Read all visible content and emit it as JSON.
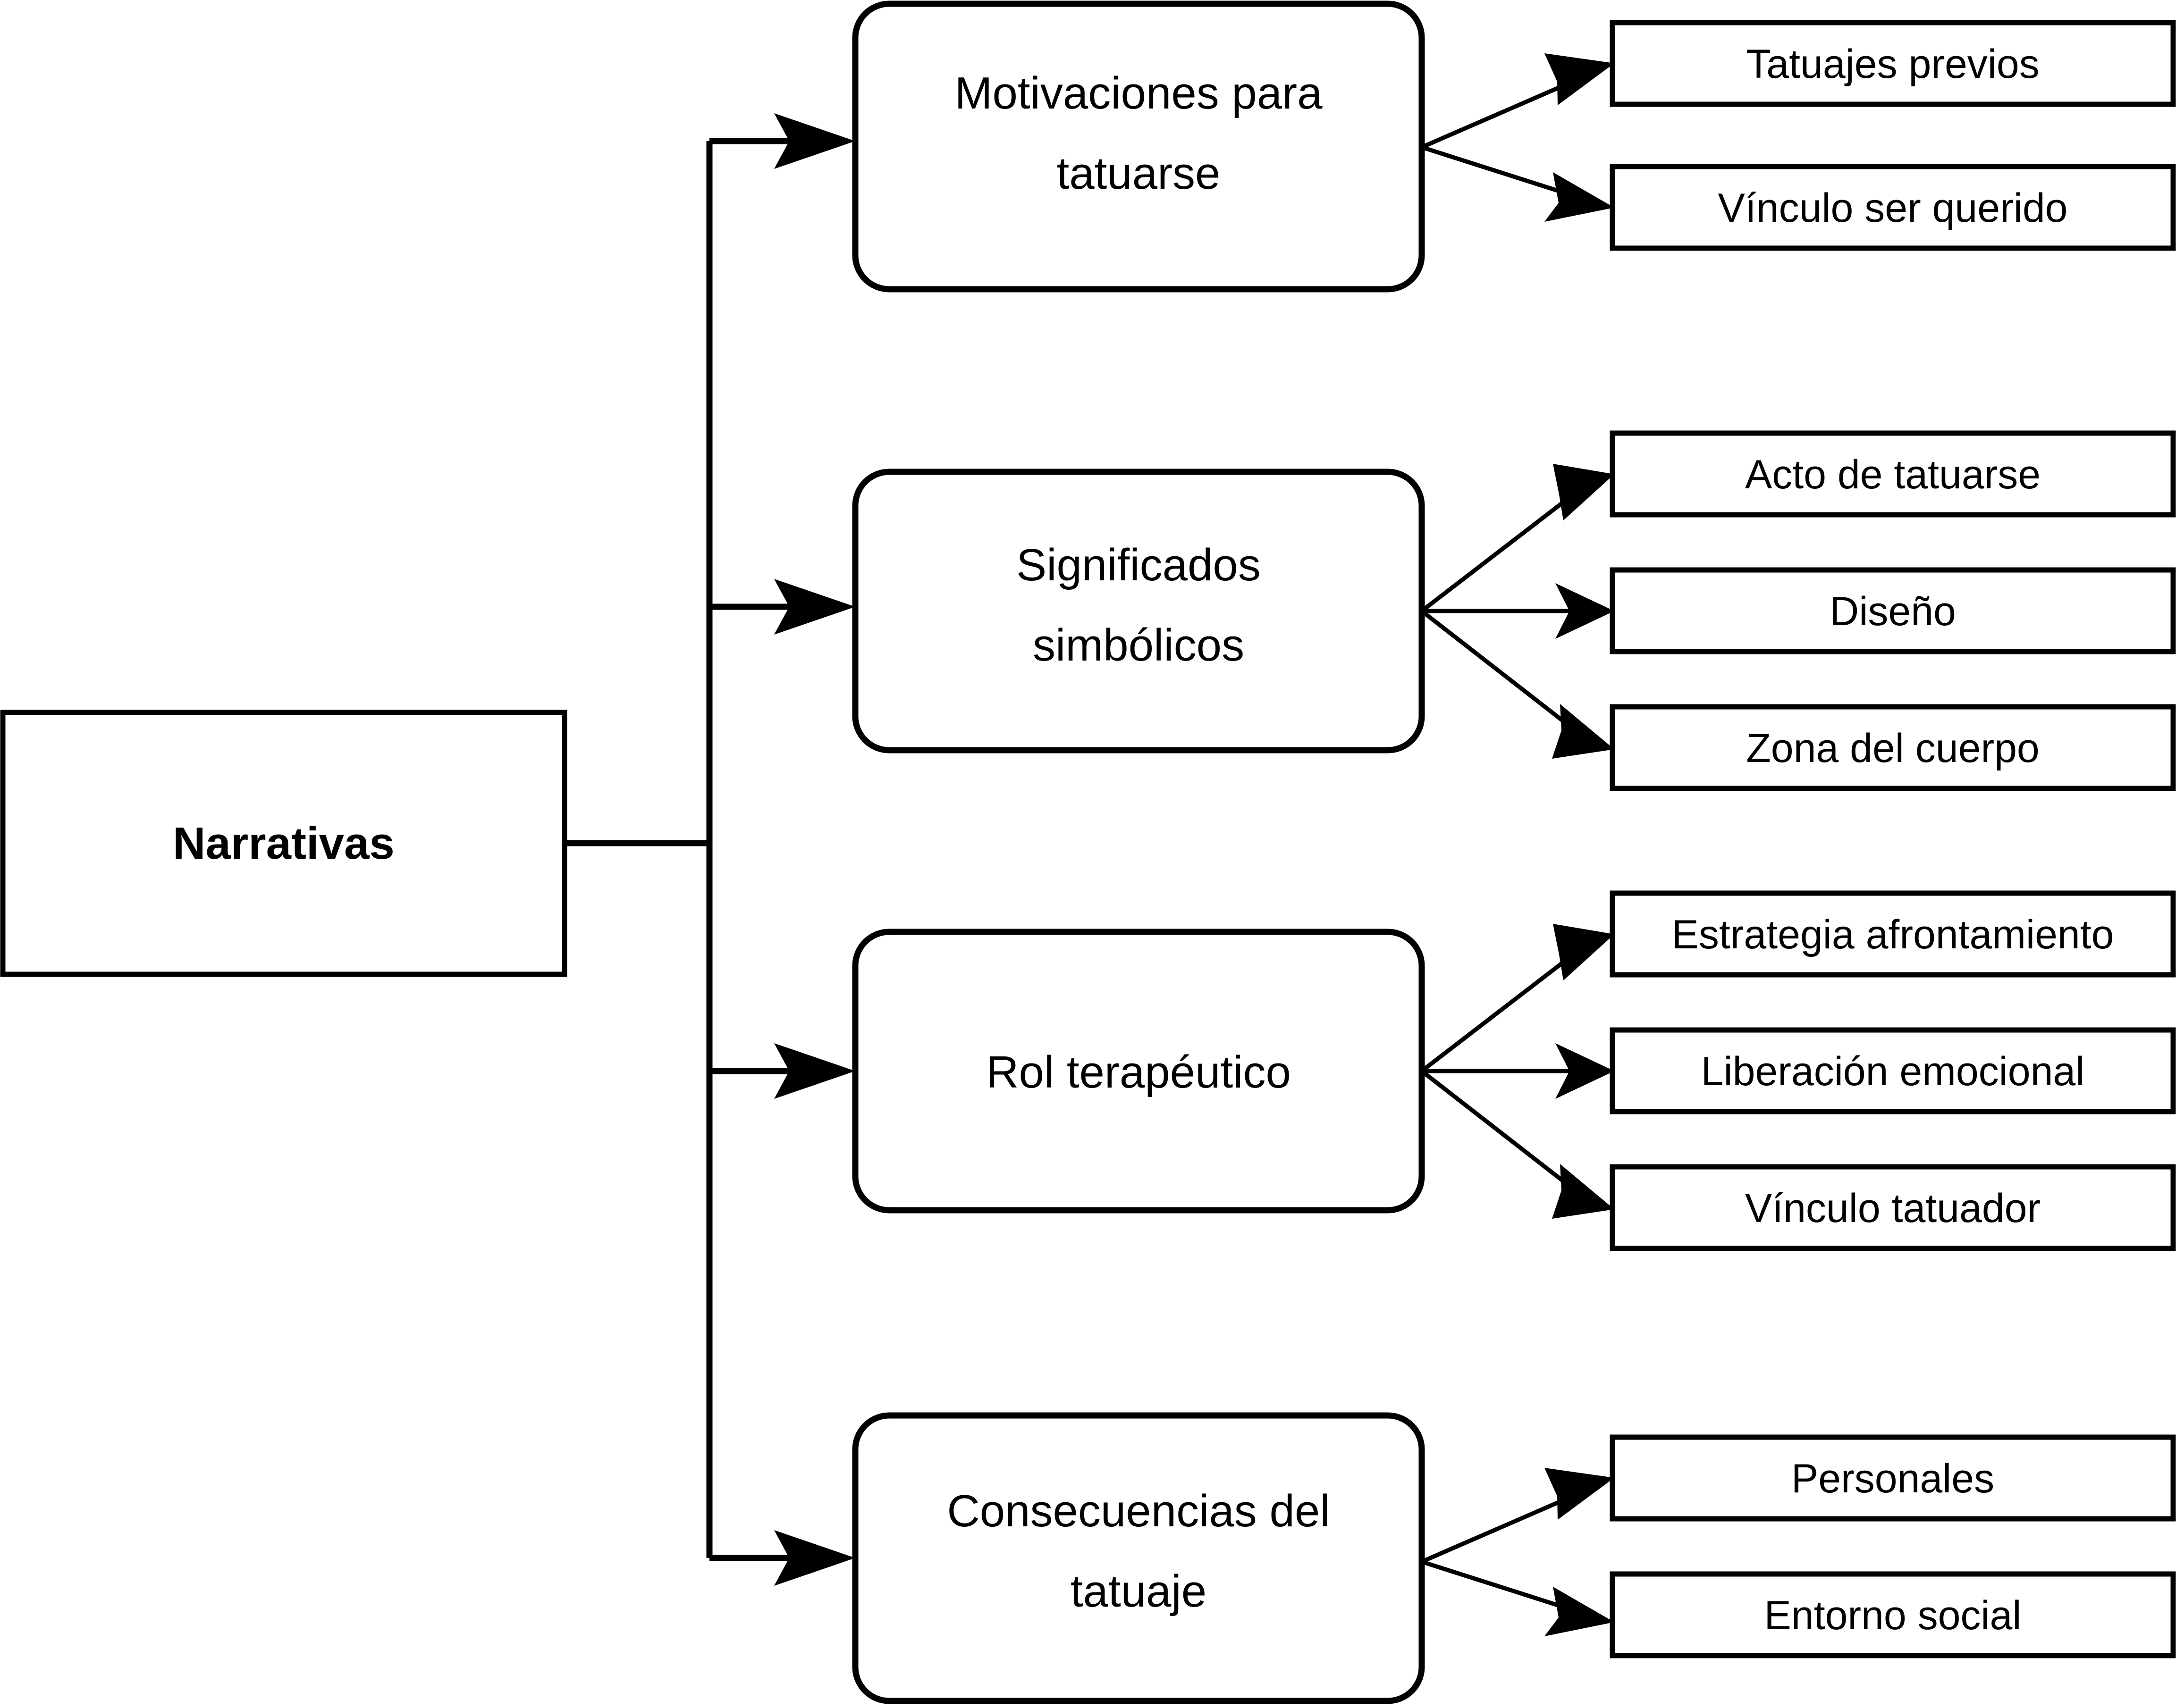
{
  "diagram": {
    "title": "Narrativas",
    "type": "tree-hierarchy",
    "orientation": "left-to-right",
    "background_color": "#ffffff",
    "line_color": "#000000",
    "text_color": "#000000",
    "root": {
      "label": "Narrativas",
      "shape": "rectangle",
      "bold": true
    },
    "branches": [
      {
        "id": "motivaciones",
        "label": "Motivaciones para tatuarse",
        "label_lines": [
          "Motivaciones para",
          "tatuarse"
        ],
        "shape": "rounded-rectangle",
        "children": [
          {
            "id": "tatuajes-previos",
            "label": "Tatuajes previos",
            "shape": "rectangle"
          },
          {
            "id": "vinculo-ser-querido",
            "label": "Vínculo ser querido",
            "shape": "rectangle"
          }
        ]
      },
      {
        "id": "significados",
        "label": "Significados simbólicos",
        "label_lines": [
          "Significados",
          "simbólicos"
        ],
        "shape": "rounded-rectangle",
        "children": [
          {
            "id": "acto-de-tatuarse",
            "label": "Acto de tatuarse",
            "shape": "rectangle"
          },
          {
            "id": "diseno",
            "label": "Diseño",
            "shape": "rectangle"
          },
          {
            "id": "zona-del-cuerpo",
            "label": "Zona del cuerpo",
            "shape": "rectangle"
          }
        ]
      },
      {
        "id": "rol-terapeutico",
        "label": "Rol terapéutico",
        "label_lines": [
          "Rol terapéutico"
        ],
        "shape": "rounded-rectangle",
        "children": [
          {
            "id": "estrategia-afrontamiento",
            "label": "Estrategia afrontamiento",
            "shape": "rectangle"
          },
          {
            "id": "liberacion-emocional",
            "label": "Liberación emocional",
            "shape": "rectangle"
          },
          {
            "id": "vinculo-tatuador",
            "label": "Vínculo tatuador",
            "shape": "rectangle"
          }
        ]
      },
      {
        "id": "consecuencias",
        "label": "Consecuencias del tatuaje",
        "label_lines": [
          "Consecuencias del",
          "tatuaje"
        ],
        "shape": "rounded-rectangle",
        "children": [
          {
            "id": "personales",
            "label": "Personales",
            "shape": "rectangle"
          },
          {
            "id": "entorno-social",
            "label": "Entorno social",
            "shape": "rectangle"
          }
        ]
      }
    ]
  }
}
